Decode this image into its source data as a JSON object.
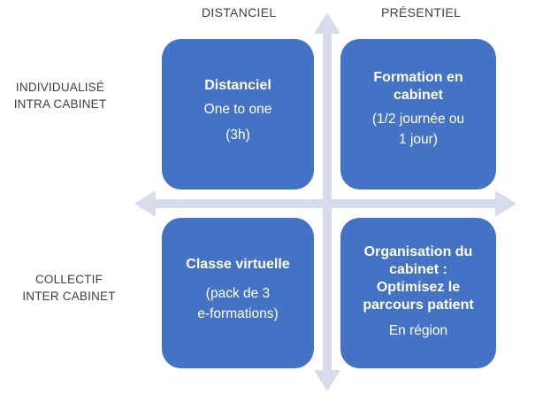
{
  "columns": [
    "DISTANCIEL",
    "PRÉSENTIEL"
  ],
  "rows": [
    [
      "INDIVIDUALISÉ",
      "INTRA CABINET"
    ],
    [
      "COLLECTIF",
      "INTER CABINET"
    ]
  ],
  "quadrants": {
    "top_left": {
      "title": [
        "Distanciel"
      ],
      "desc": [
        "One to one",
        "(3h)"
      ]
    },
    "top_right": {
      "title": [
        "Formation en",
        "cabinet"
      ],
      "desc": [
        "(1/2 journée ou",
        "1 jour)"
      ]
    },
    "bottom_left": {
      "title": [
        "Classe virtuelle"
      ],
      "desc": [
        "(pack de 3",
        "e-formations)"
      ]
    },
    "bottom_right": {
      "title": [
        "Organisation du",
        "cabinet :",
        "Optimisez le",
        "parcours patient"
      ],
      "desc": [
        "En région"
      ]
    }
  },
  "colors": {
    "box": "#4472c4",
    "arrow": "#d6dceb",
    "label": "#404040"
  }
}
